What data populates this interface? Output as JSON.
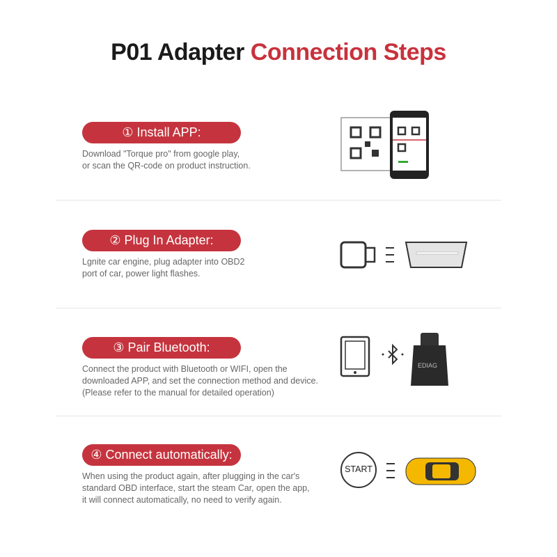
{
  "title": {
    "part1": "P01 Adapter",
    "part2": "Connection Steps"
  },
  "steps": [
    {
      "label": "① Install APP:",
      "lines": [
        "Download \"Torque pro\" from google play,",
        "or scan the QR-code on product instruction."
      ]
    },
    {
      "label": "② Plug In Adapter:",
      "lines": [
        "Lgnite car engine, plug adapter into OBD2",
        "port of car, power light flashes."
      ]
    },
    {
      "label": "③ Pair Bluetooth:",
      "lines": [
        "Connect the product with Bluetooth or WIFI, open the",
        "downloaded APP, and set the connection method and device.",
        "(Please refer to the manual for detailed operation)"
      ]
    },
    {
      "label": "④ Connect automatically:",
      "lines": [
        "When using the product again, after plugging in the car's",
        "standard OBD interface, start the steam Car, open the app,",
        "it will connect automatically, no need to verify again."
      ]
    }
  ],
  "icons": {
    "device_label": "EDIAG",
    "start_label": "START"
  },
  "colors": {
    "accent": "#c5343e"
  }
}
